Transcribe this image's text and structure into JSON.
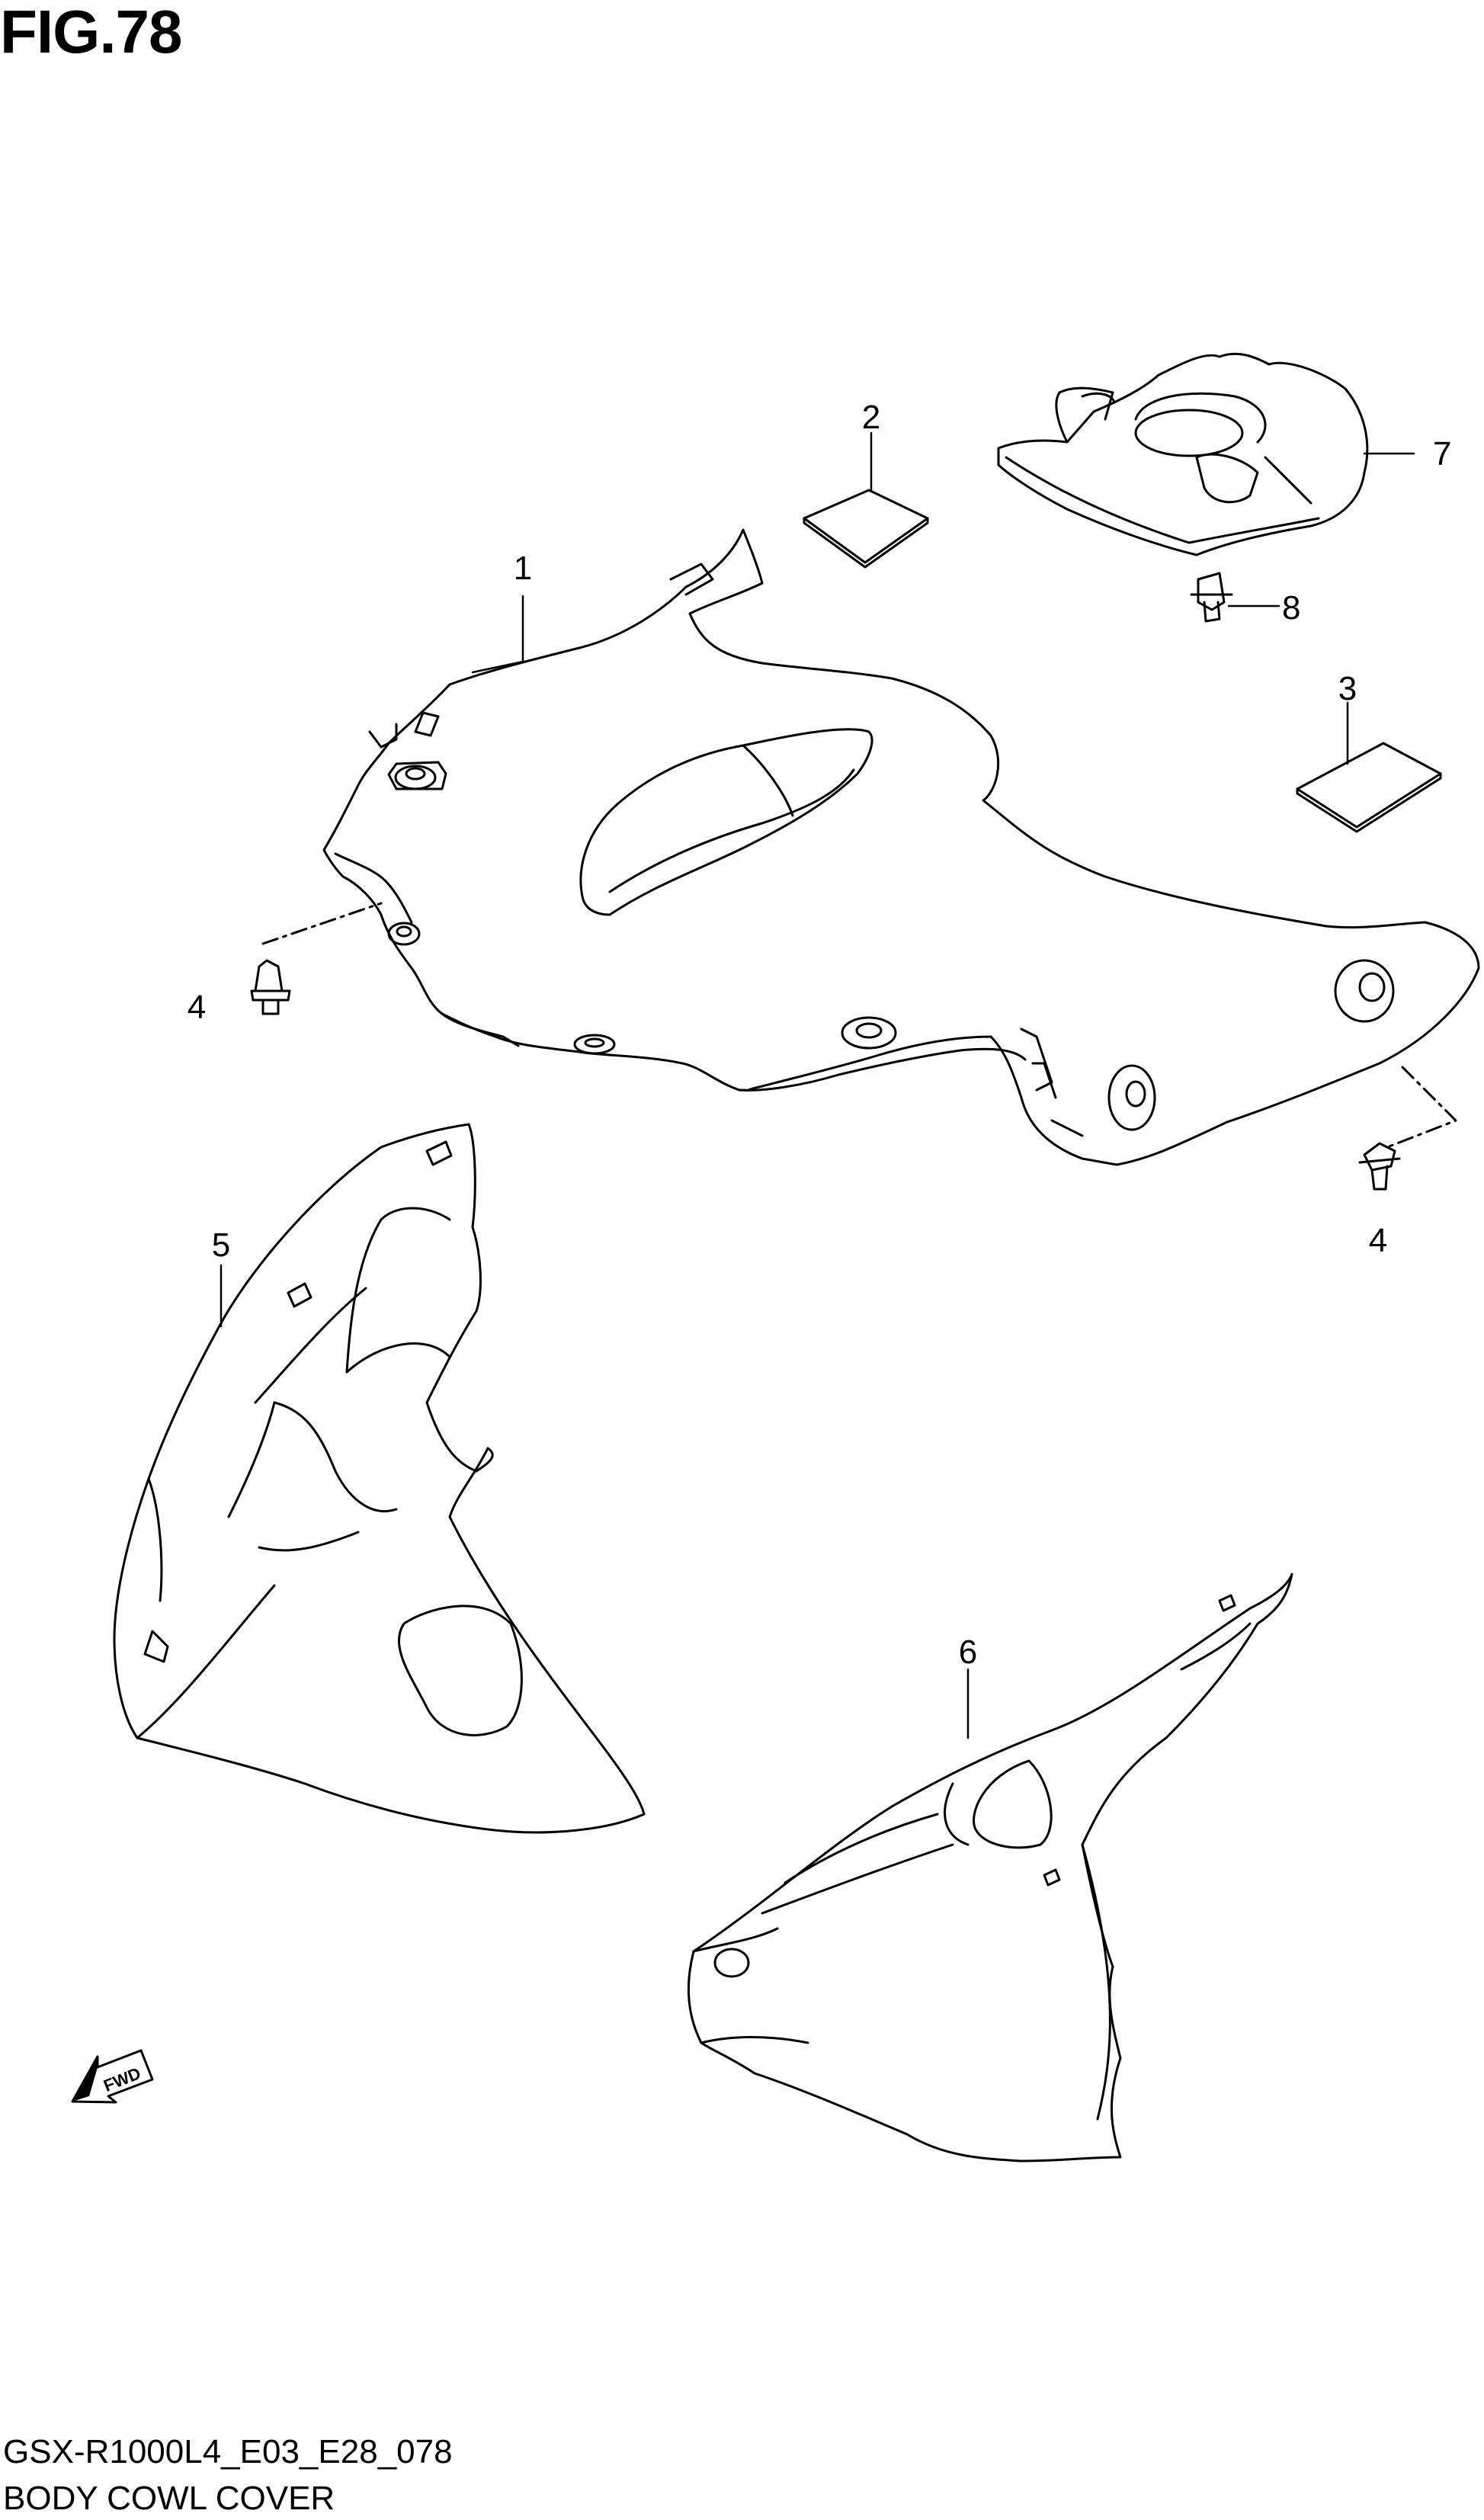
{
  "figure_label": "FIG.78",
  "model_code": "GSX-R1000L4_E03_E28_078",
  "section_name": "BODY COWL COVER",
  "fwd_label": "FWD",
  "callouts": {
    "c1": "1",
    "c2": "2",
    "c3": "3",
    "c4a": "4",
    "c4b": "4",
    "c5": "5",
    "c6": "6",
    "c7": "7",
    "c8": "8"
  },
  "colors": {
    "line": "#000000",
    "background": "#ffffff"
  }
}
